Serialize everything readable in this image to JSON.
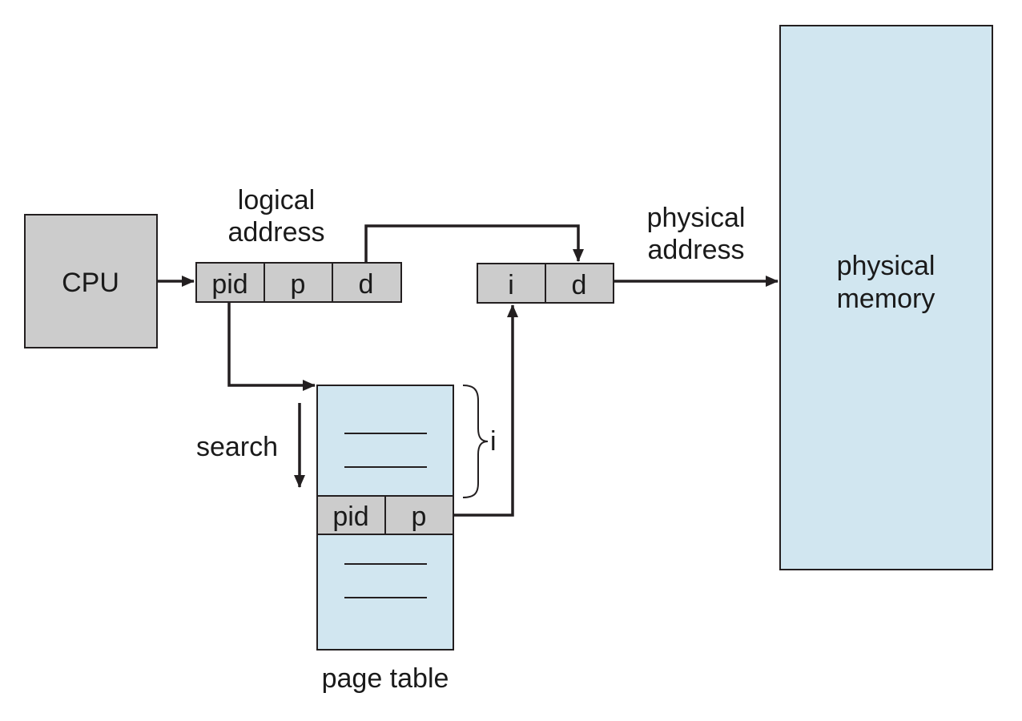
{
  "cpu": {
    "label": "CPU"
  },
  "logical_address": {
    "caption_line1": "logical",
    "caption_line2": "address",
    "fields": [
      "pid",
      "p",
      "d"
    ]
  },
  "physical_address": {
    "caption_line1": "physical",
    "caption_line2": "address",
    "fields": [
      "i",
      "d"
    ]
  },
  "physical_memory": {
    "label_line1": "physical",
    "label_line2": "memory"
  },
  "page_table": {
    "caption": "page table",
    "matched_entry": [
      "pid",
      "p"
    ],
    "index_label": "i"
  },
  "search": {
    "label": "search"
  },
  "colors": {
    "box_gray": "#cccccc",
    "memory_blue": "#d1e6f0",
    "line": "#231f20"
  }
}
